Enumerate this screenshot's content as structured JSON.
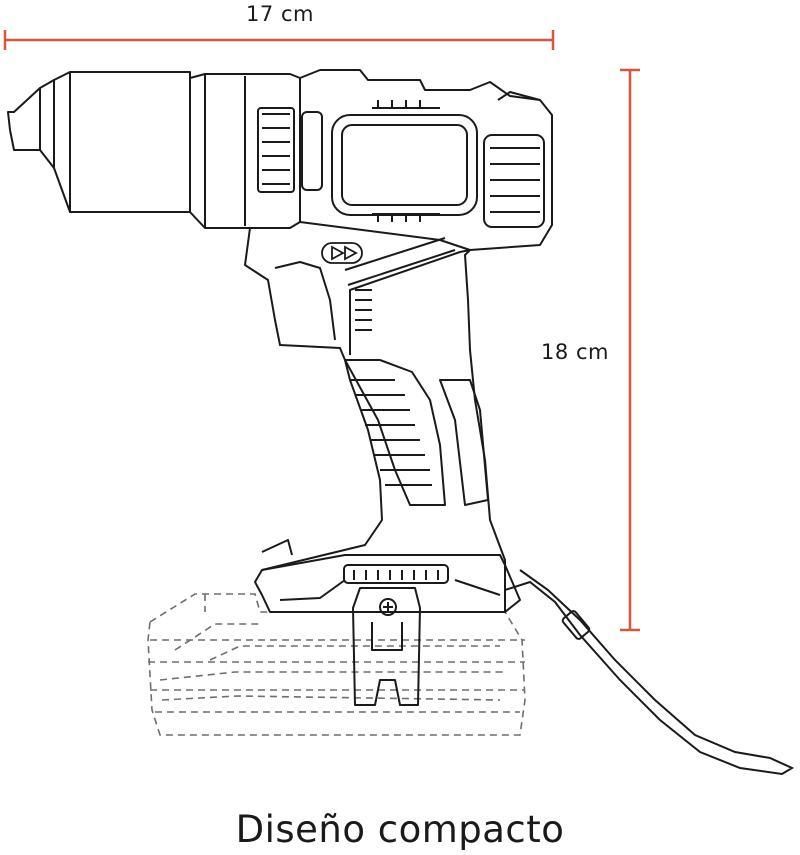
{
  "dimensions": {
    "width_label": "17 cm",
    "height_label": "18 cm"
  },
  "caption": "Diseño compacto",
  "colors": {
    "dimension_line": "#d9553b",
    "outline": "#1a1a1a",
    "dashed": "#6e6e6e",
    "background": "#ffffff"
  },
  "icons": {
    "direction_arrows": "double-right-arrow-icon",
    "belt_clip_screw": "phillips-screw-icon"
  }
}
